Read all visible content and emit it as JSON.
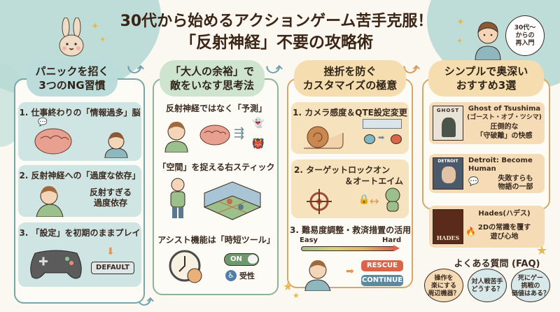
{
  "title": {
    "line1": "30代から始めるアクションゲーム苦手克服！",
    "line2": "「反射神経」不要の攻略術"
  },
  "speech_bubble": {
    "text_lines": [
      "30代〜",
      "からの",
      "再入門"
    ]
  },
  "columns": [
    {
      "heading": [
        "パニックを招く",
        "3つのNG習慣"
      ],
      "color": "#7aa5a6",
      "items": [
        {
          "title": "1. 仕事終わりの「情報過多」脳",
          "icons": [
            "brain-icon",
            "chat-bubbles-icon",
            "stressed-person-icon"
          ]
        },
        {
          "title": "2. 反射神経への「過度な依存」",
          "caption": [
            "反射すぎる",
            "過度依存"
          ],
          "icons": [
            "panicking-child-icon"
          ]
        },
        {
          "title": "3. 「設定」を初期のままプレイ",
          "badge": "DEFAULT",
          "icons": [
            "gamepad-icon",
            "down-arrow-icon"
          ]
        }
      ]
    },
    {
      "heading": [
        "「大人の余裕」で",
        "敵をいなす思考法"
      ],
      "color": "#8db39a",
      "items": [
        {
          "title": "反射神経ではなく「予測」",
          "icons": [
            "thinking-person-icon",
            "brain-icon",
            "branch-arrow-icon",
            "ghost-icon",
            "monster-icon"
          ]
        },
        {
          "title": "「空間」を捉える右スティック",
          "icons": [
            "person-icon",
            "room-grid-icon"
          ]
        },
        {
          "title": "アシスト機能は「時短ツール」",
          "toggle": "ON",
          "accessibility_label": "受性",
          "icons": [
            "clock-icon",
            "smiley-icon",
            "accessibility-icon"
          ]
        }
      ]
    },
    {
      "heading": [
        "挫折を防ぐ",
        "カスタマイズの極意"
      ],
      "color": "#d8a862",
      "items": [
        {
          "title": "1. カメラ感度＆QTE設定変更",
          "icons": [
            "snail-icon",
            "button-settings-icon"
          ]
        },
        {
          "title": [
            "2. ターゲットロックオン",
            "＆オートエイム"
          ],
          "icons": [
            "crosshair-icon",
            "lock-icon",
            "enemy-icon"
          ]
        },
        {
          "title": "3. 難易度調整・救済措置の活用",
          "slider": {
            "left": "Easy",
            "right": "Hard"
          },
          "buttons": [
            "RESCUE",
            "CONTINUE"
          ],
          "icons": [
            "waving-child-icon"
          ]
        }
      ]
    },
    {
      "heading": [
        "シンプルで奥深い",
        "おすすめ3選"
      ],
      "color": "#d8a862",
      "games": [
        {
          "name": "Ghost of Tsushima",
          "sub": "(ゴースト・オブ・ツシマ)",
          "desc": [
            "圧倒的な",
            "「守破離」の快感"
          ],
          "cover": "GHOST"
        },
        {
          "name": "Detroit: Become Human",
          "desc": [
            "失敗すらも",
            "物語の一部"
          ],
          "cover": "DETROIT"
        },
        {
          "name": "Hades(ハデス)",
          "desc": [
            "2Dの常識を覆す",
            "遊び心地"
          ],
          "cover": "HADES"
        }
      ]
    }
  ],
  "faq": {
    "title": "よくある質問 (FAQ)",
    "questions": [
      {
        "text": [
          "操作を",
          "楽にする",
          "周辺機器？"
        ],
        "color": "#f5dcb6"
      },
      {
        "text": [
          "対人戦苦手",
          "どうする？"
        ],
        "color": "#d7e9ea"
      },
      {
        "text": [
          "死にゲー",
          "挑戦の",
          "価値はある？"
        ],
        "color": "#d7e9ea"
      }
    ]
  }
}
